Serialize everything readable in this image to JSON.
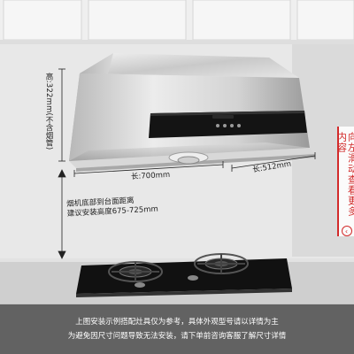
{
  "dimensions": {
    "height_label": "高:322mm(不含烟管)",
    "width_label": "长:700mm",
    "depth_label": "长:512mm"
  },
  "install": {
    "line1": "烟机底部到台面距离",
    "line2": "建议安装高度675-725mm"
  },
  "side_tab": {
    "text": "向左滑动查看更多内容",
    "arrow_icon": "chevron-left-icon"
  },
  "notice": {
    "line1": "上图安装示例搭配灶具仅为参考，具体外观型号请以详情为主",
    "line2": "为避免因尺寸问题导致无法安装，请下单前咨询客服了解尺寸详情"
  },
  "colors": {
    "accent": "#d22a2a",
    "wall": "#e8e8e8",
    "counter": "#cfcfcf",
    "glass": "#111111"
  }
}
